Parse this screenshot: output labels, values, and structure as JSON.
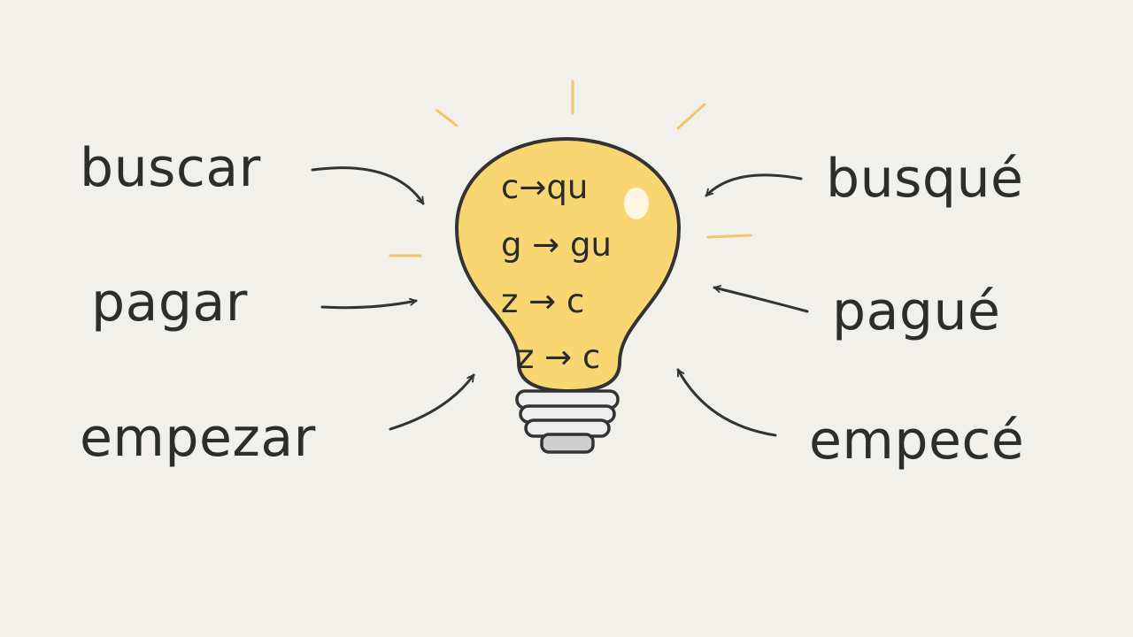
{
  "infinitives": [
    "buscar",
    "pagar",
    "empezar"
  ],
  "preterites": [
    "busqué",
    "pagué",
    "empecé"
  ],
  "rules": [
    "c→qu",
    "g → gu",
    "z → c",
    "z → c"
  ],
  "colors": {
    "background": "#f1f0ea",
    "bulb_fill": "#f8d772",
    "outline": "#333333",
    "rays": "#f4c56a",
    "base": "#eeeeee",
    "text": "#2d2d2b"
  },
  "icons": [
    "lightbulb-icon",
    "arrow-icon"
  ]
}
